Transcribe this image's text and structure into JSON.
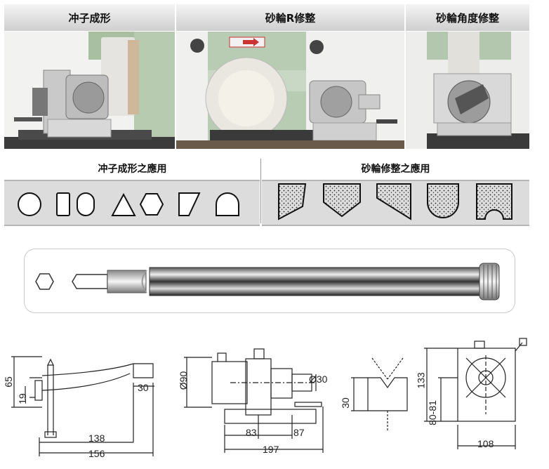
{
  "headers": {
    "punch_forming": "冲子成形",
    "wheel_r_dressing": "砂輪R修整",
    "wheel_angle_dressing": "砂輪角度修整"
  },
  "applications": {
    "punch_forming_app": "冲子成形之應用",
    "wheel_dressing_app": "砂輪修整之應用"
  },
  "dimensions": {
    "d65": "65",
    "d19": "19",
    "d30_side": "30",
    "d138": "138",
    "d156": "156",
    "phi90": "Ø90",
    "phi30": "Ø30",
    "d83": "83",
    "d87": "87",
    "d197": "197",
    "d30_v": "30",
    "d133": "133",
    "d80_81": "80-81",
    "d108": "108"
  }
}
